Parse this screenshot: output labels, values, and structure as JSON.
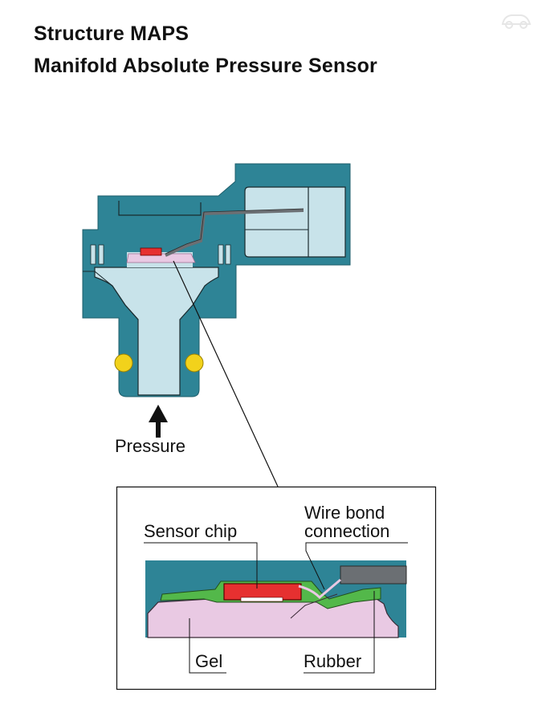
{
  "title": "Structure MAPS",
  "subtitle": "Manifold Absolute Pressure Sensor",
  "labels": {
    "pressure": "Pressure",
    "sensor_chip": "Sensor chip",
    "wire_bond_1": "Wire bond",
    "wire_bond_2": "connection",
    "gel": "Gel",
    "rubber": "Rubber"
  },
  "colors": {
    "housing": "#2e8496",
    "cavity": "#c8e3ea",
    "gel": "#e9c9e3",
    "chip": "#e63030",
    "rubber": "#53b84a",
    "o_ring": "#f2d21b",
    "wire": "#6b6f73",
    "background": "#ffffff"
  }
}
